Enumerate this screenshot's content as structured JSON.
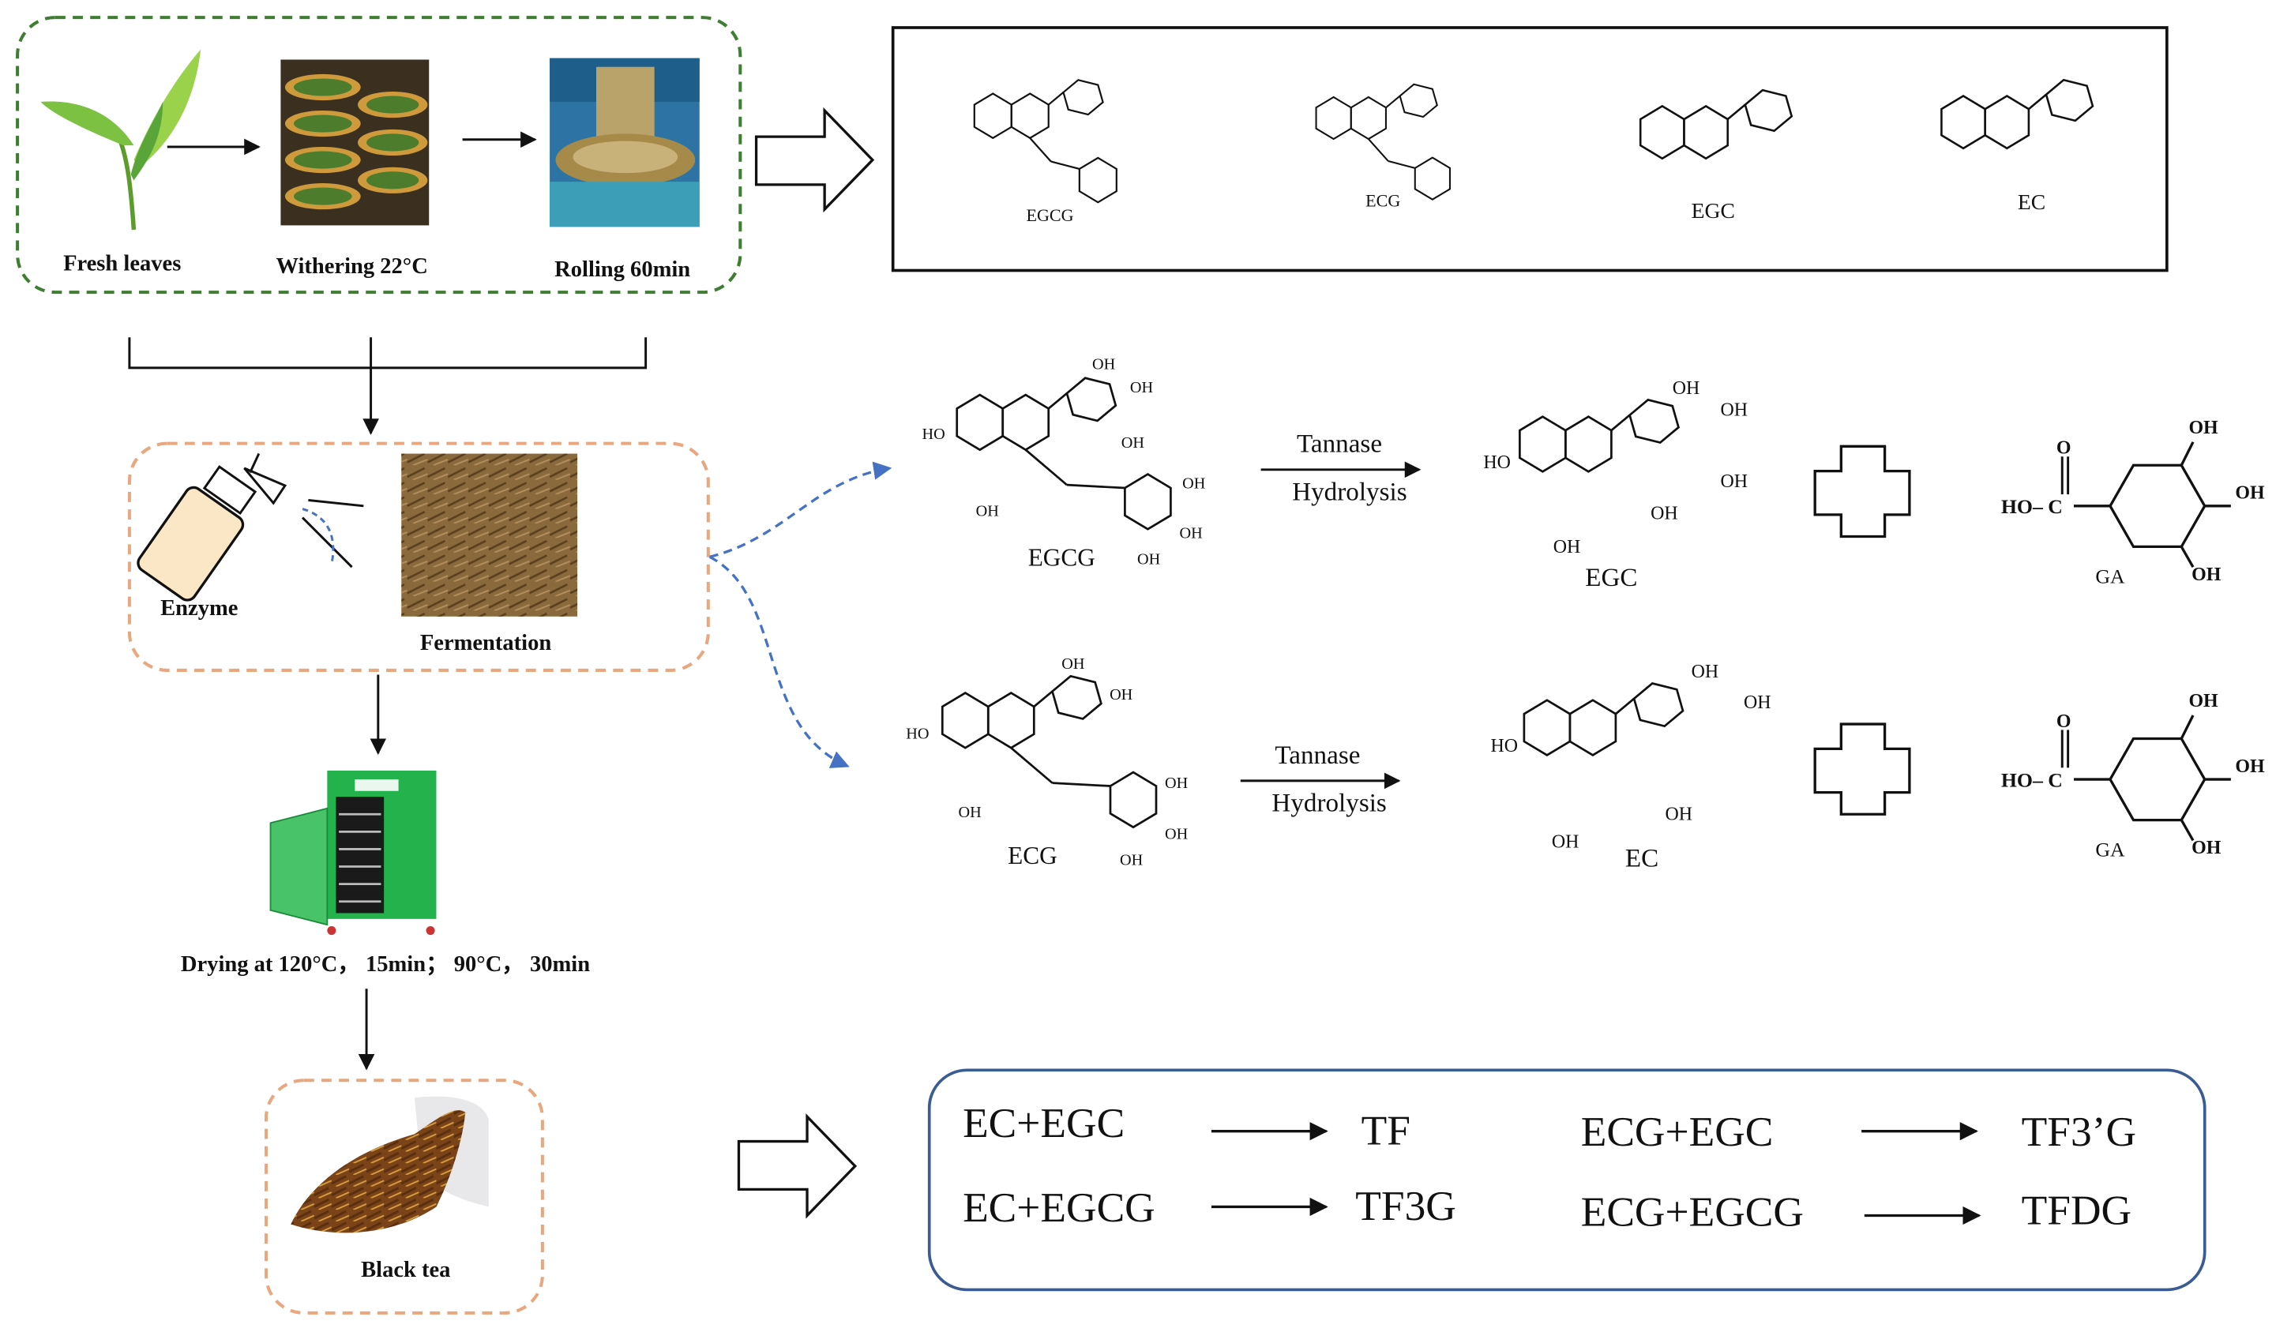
{
  "process": {
    "fresh_leaves": "Fresh leaves",
    "withering": "Withering 22°C",
    "rolling": "Rolling 60min",
    "enzyme": "Enzyme",
    "fermentation": "Fermentation",
    "drying": "Drying at 120°C， 15min； 90°C， 30min",
    "black_tea": "Black tea"
  },
  "catechins": [
    "EGCG",
    "ECG",
    "EGC",
    "EC"
  ],
  "hydrolysis": [
    {
      "substrate": "EGCG",
      "enzyme": "Tannase",
      "process": "Hydrolysis",
      "product": "EGC",
      "coproduct": "GA"
    },
    {
      "substrate": "ECG",
      "enzyme": "Tannase",
      "process": "Hydrolysis",
      "product": "EC",
      "coproduct": "GA"
    }
  ],
  "atoms": {
    "oh": "OH",
    "ho": "HO",
    "o": "O",
    "c": "C",
    "ho_c": "HO– C"
  },
  "reactions": [
    {
      "reactants": "EC+EGC",
      "product": "TF"
    },
    {
      "reactants": "EC+EGCG",
      "product": "TF3G"
    },
    {
      "reactants": "ECG+EGC",
      "product": "TF3’G"
    },
    {
      "reactants": "ECG+EGCG",
      "product": "TFDG"
    }
  ],
  "colors": {
    "green_dash": "#3e7d32",
    "orange_dash": "#e9a77f",
    "blue_border": "#3b5b93",
    "blue_arrow": "#4672c4",
    "machine_green": "#23b24b"
  }
}
